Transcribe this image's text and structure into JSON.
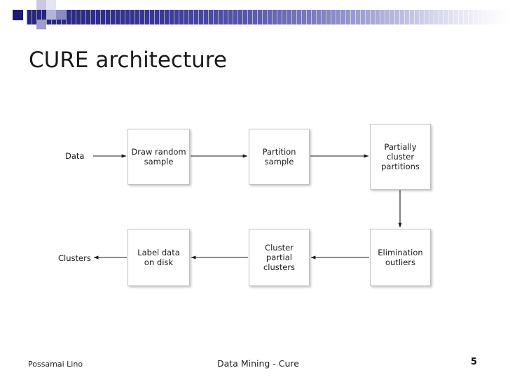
{
  "slide": {
    "title": "CURE architecture",
    "footer": {
      "author": "Possamai Lino",
      "center": "Data Mining - Cure",
      "page_number": "5"
    },
    "decoration": {
      "band_start_color": "#26267a",
      "band_end_color": "#ffffff",
      "accent_square_color": "#1d1d6e"
    }
  },
  "diagram": {
    "type": "flowchart",
    "io_labels": [
      {
        "id": "data",
        "text": "Data"
      },
      {
        "id": "clusters",
        "text": "Clusters"
      }
    ],
    "nodes": [
      {
        "id": "draw-random-sample",
        "text": "Draw random\nsample"
      },
      {
        "id": "partition-sample",
        "text": "Partition\nsample"
      },
      {
        "id": "partially-cluster",
        "text": "Partially\ncluster\npartitions"
      },
      {
        "id": "elimination-outliers",
        "text": "Elimination\noutliers"
      },
      {
        "id": "cluster-partial",
        "text": "Cluster\npartial\nclusters"
      },
      {
        "id": "label-data-on-disk",
        "text": "Label data\non disk"
      }
    ],
    "edges": [
      {
        "from": "data",
        "to": "draw-random-sample",
        "direction": "right"
      },
      {
        "from": "draw-random-sample",
        "to": "partition-sample",
        "direction": "right"
      },
      {
        "from": "partition-sample",
        "to": "partially-cluster",
        "direction": "right"
      },
      {
        "from": "partially-cluster",
        "to": "elimination-outliers",
        "direction": "down"
      },
      {
        "from": "elimination-outliers",
        "to": "cluster-partial",
        "direction": "left"
      },
      {
        "from": "cluster-partial",
        "to": "label-data-on-disk",
        "direction": "left"
      },
      {
        "from": "label-data-on-disk",
        "to": "clusters",
        "direction": "left"
      }
    ]
  }
}
